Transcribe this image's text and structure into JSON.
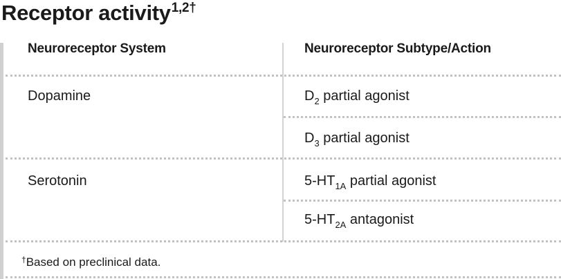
{
  "title": {
    "text": "Receptor activity",
    "superscript": "1,2†"
  },
  "table": {
    "headers": [
      "Neuroreceptor System",
      "Neuroreceptor Subtype/Action"
    ],
    "systems": [
      "Dopamine",
      "Serotonin"
    ],
    "actions": [
      {
        "base": "D",
        "sub": "2",
        "rest": " partial agonist"
      },
      {
        "base": "D",
        "sub": "3",
        "rest": " partial agonist"
      },
      {
        "base": "5-HT",
        "sub": "1A",
        "rest": " partial agonist"
      },
      {
        "base": "5-HT",
        "sub": "2A",
        "rest": " antagonist"
      }
    ]
  },
  "footnote": {
    "mark": "†",
    "text": "Based on preclinical data."
  }
}
